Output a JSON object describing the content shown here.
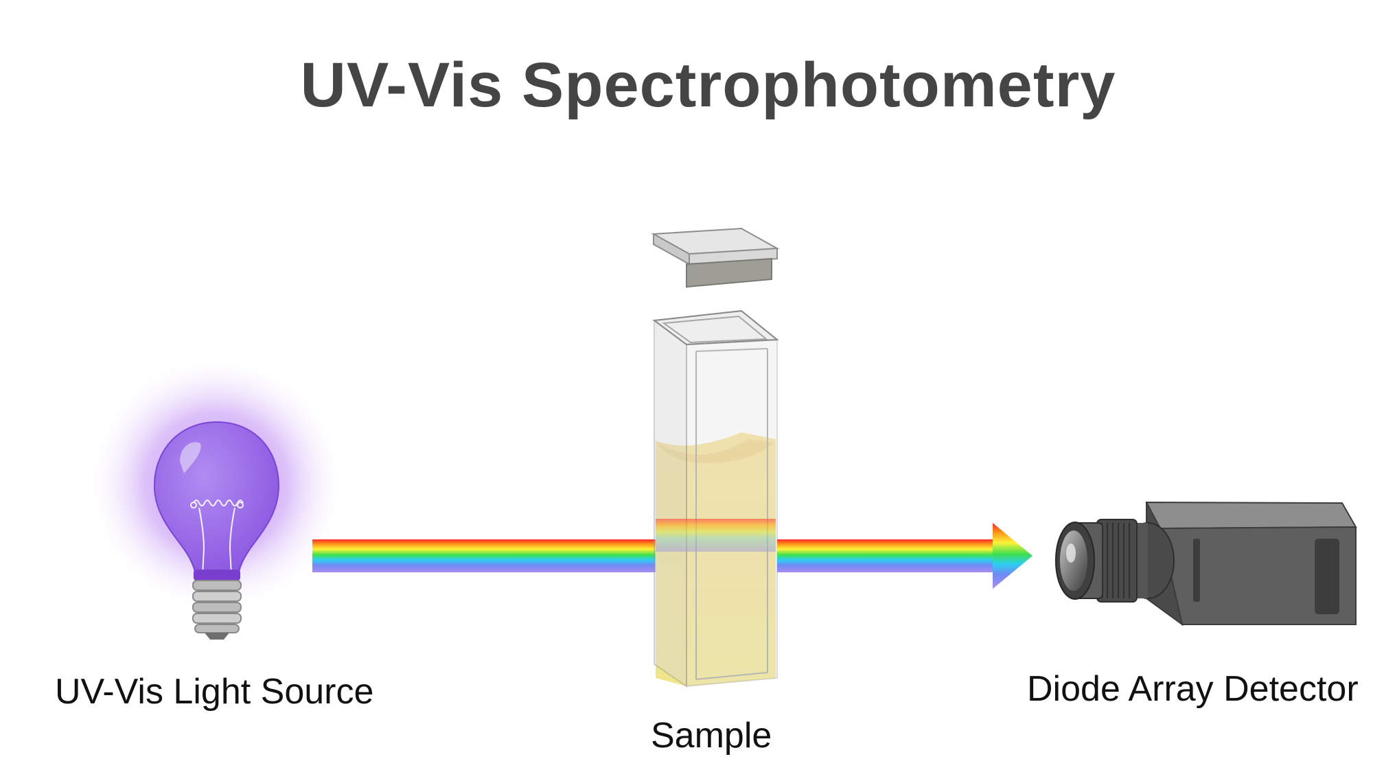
{
  "title": "UV-Vis Spectrophotometry",
  "labels": {
    "source": "UV-Vis Light Source",
    "sample": "Sample",
    "detector": "Diode Array Detector"
  },
  "colors": {
    "title": "#454545",
    "bulb_glow": "#b06cf0",
    "bulb": "#9b6ae6",
    "sample_liquid": "#f2e07a",
    "detector_body": "#5e5e5e"
  },
  "icons": [
    "light-bulb-icon",
    "cuvette-icon",
    "cuvette-cap-icon",
    "rainbow-beam-arrow-icon",
    "detector-camera-icon"
  ]
}
